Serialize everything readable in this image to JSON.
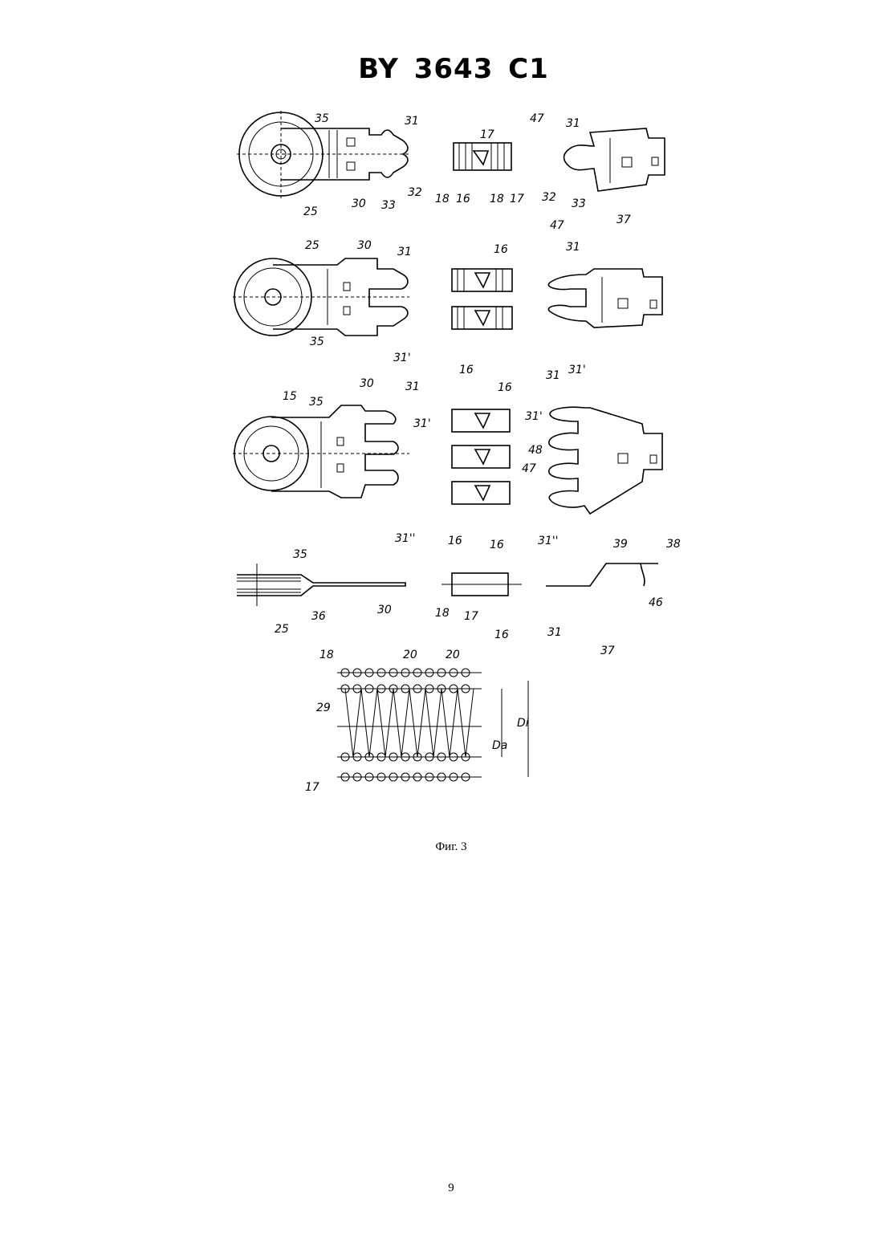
{
  "header": {
    "title": "BY 3643 C1"
  },
  "figure": {
    "caption": "Фиг. 3",
    "labels": {
      "r1": [
        "35",
        "31",
        "25",
        "30",
        "33",
        "32",
        "17",
        "18",
        "16",
        "18",
        "17",
        "47",
        "31",
        "32",
        "33",
        "47",
        "37"
      ],
      "r2": [
        "25",
        "30",
        "31",
        "35",
        "31'",
        "16",
        "16",
        "31",
        "31'"
      ],
      "r3": [
        "15",
        "35",
        "30",
        "31",
        "31'",
        "31''",
        "16",
        "16",
        "31",
        "31'",
        "48",
        "47",
        "31''"
      ],
      "r4": [
        "35",
        "25",
        "36",
        "30",
        "16",
        "18",
        "17",
        "16",
        "39",
        "38",
        "46",
        "31",
        "37"
      ],
      "r5": [
        "18",
        "20",
        "20",
        "29",
        "Di",
        "Da",
        "17"
      ]
    }
  },
  "footer": {
    "page_number": "9"
  }
}
